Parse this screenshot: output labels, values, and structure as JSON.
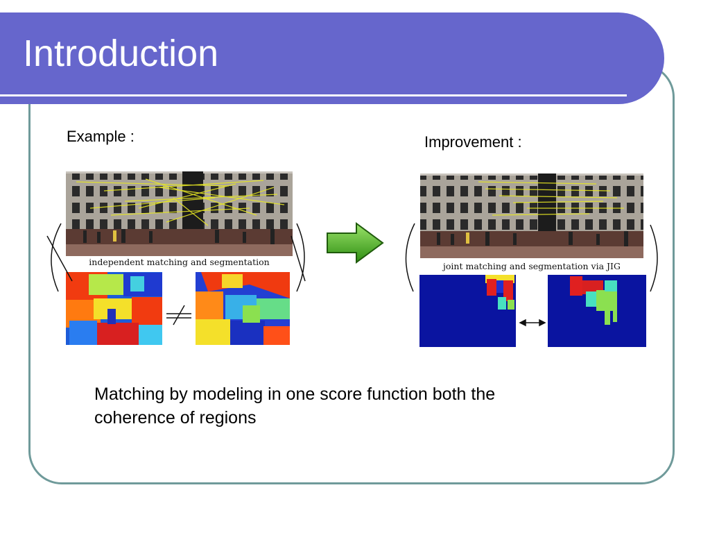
{
  "slide": {
    "title": "Introduction",
    "labels": {
      "example": "Example :",
      "improvement": "Improvement :"
    },
    "captions": {
      "left": "independent matching and segmentation",
      "right": "joint matching and segmentation via JIG"
    },
    "body": "Matching by modeling in one score function both the coherence of regions"
  },
  "colors": {
    "title_bar": "#6666cc",
    "frame": "#6f9a9a",
    "arrow_green": "#3fa21e",
    "seg_blue": "#0a14a0",
    "match_lines": "#e8e823"
  }
}
